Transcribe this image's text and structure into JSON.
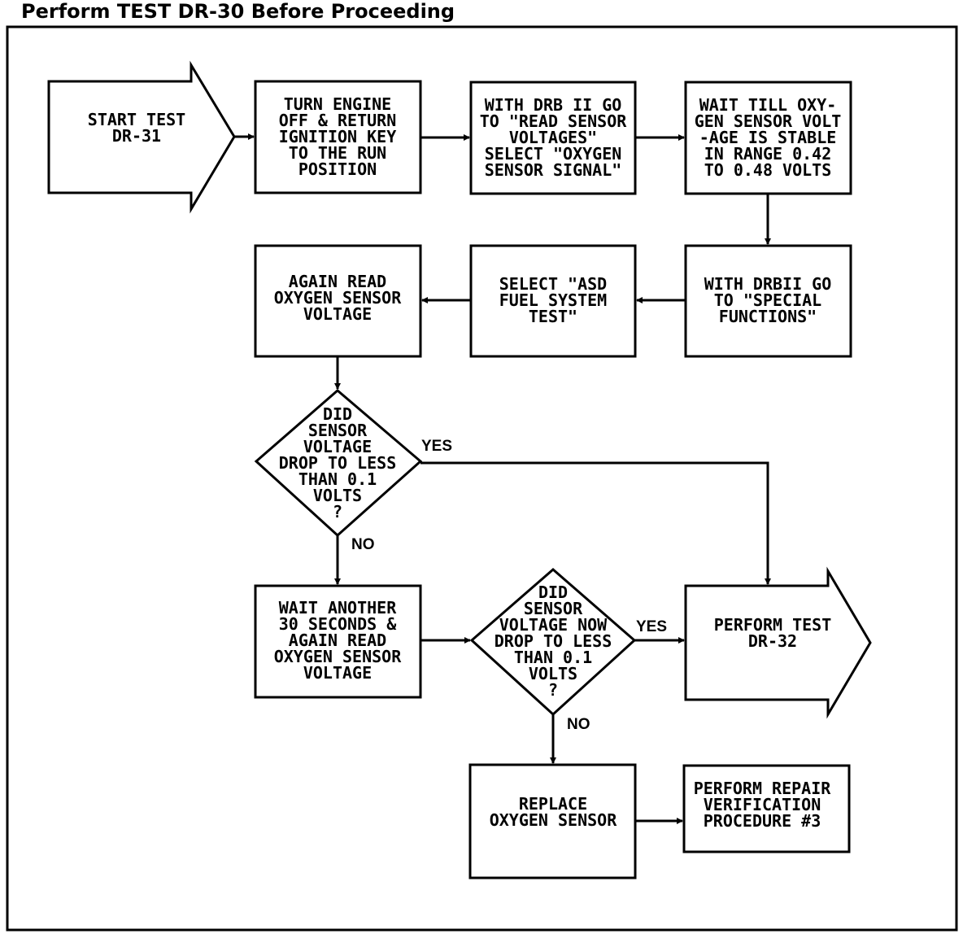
{
  "header": {
    "title": "Perform TEST DR-30 Before Proceeding"
  },
  "steps": {
    "start": [
      "START TEST",
      "DR-31"
    ],
    "turn_engine_off": [
      "TURN ENGINE",
      "OFF & RETURN",
      "IGNITION KEY",
      "TO THE RUN",
      "POSITION"
    ],
    "read_sensor_voltages": [
      "WITH DRB II GO",
      "TO \"READ SENSOR",
      "VOLTAGES\"",
      "SELECT \"OXYGEN",
      "SENSOR SIGNAL\""
    ],
    "wait_stable": [
      "WAIT TILL OXY-",
      "GEN SENSOR VOLT",
      "-AGE IS STABLE",
      "IN RANGE 0.42",
      "TO 0.48 VOLTS"
    ],
    "special_functions": [
      "WITH DRBII GO",
      "TO \"SPECIAL",
      "FUNCTIONS\""
    ],
    "select_asd": [
      "SELECT \"ASD",
      "FUEL SYSTEM",
      "TEST\""
    ],
    "again_read": [
      "AGAIN READ",
      "OXYGEN SENSOR",
      "VOLTAGE"
    ],
    "decision_1": [
      "DID",
      "SENSOR",
      "VOLTAGE",
      "DROP TO LESS",
      "THAN 0.1",
      "VOLTS",
      "?"
    ],
    "wait_another": [
      "WAIT ANOTHER",
      "30 SECONDS &",
      "AGAIN READ",
      "OXYGEN SENSOR",
      "VOLTAGE"
    ],
    "decision_2": [
      "DID",
      "SENSOR",
      "VOLTAGE NOW",
      "DROP TO LESS",
      "THAN 0.1",
      "VOLTS",
      "?"
    ],
    "perform_dr32": [
      "PERFORM TEST",
      "DR-32"
    ],
    "replace_sensor": [
      "REPLACE",
      "OXYGEN SENSOR"
    ],
    "repair_verification": [
      "PERFORM REPAIR",
      "VERIFICATION",
      "PROCEDURE #3"
    ]
  },
  "edges": {
    "yes": "YES",
    "no": "NO"
  }
}
